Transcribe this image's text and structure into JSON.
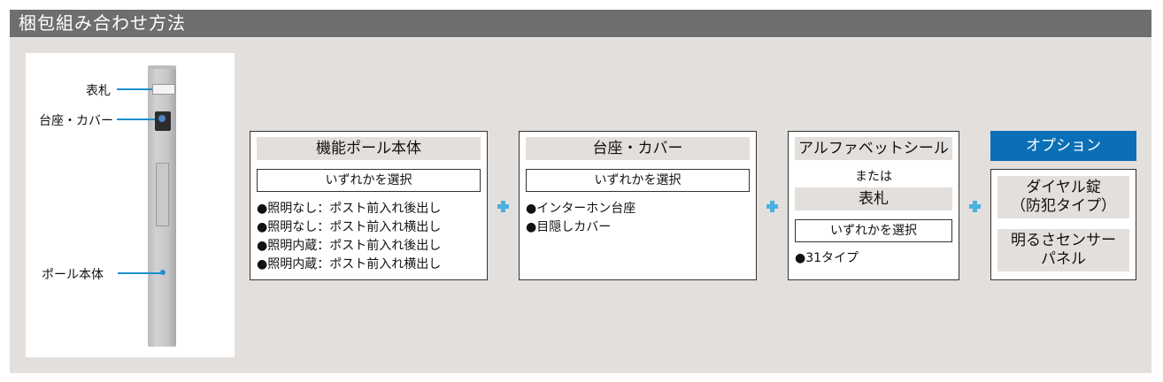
{
  "header": {
    "title": "梱包組み合わせ方法"
  },
  "callouts": {
    "nameplate": "表札",
    "base_cover": "台座・カバー",
    "pole_body": "ポール本体"
  },
  "box1": {
    "title": "機能ポール本体",
    "select": "いずれかを選択",
    "items": [
      "●照明なし：ポスト前入れ後出し",
      "●照明なし：ポスト前入れ横出し",
      "●照明内蔵：ポスト前入れ後出し",
      "●照明内蔵：ポスト前入れ横出し"
    ]
  },
  "box2": {
    "title": "台座・カバー",
    "select": "いずれかを選択",
    "items": [
      "●インターホン台座",
      "●目隠しカバー"
    ]
  },
  "box3": {
    "title": "アルファベットシール",
    "or": "または",
    "title2": "表札",
    "select": "いずれかを選択",
    "items": [
      "●31タイプ"
    ]
  },
  "box4": {
    "header": "オプション",
    "items": [
      {
        "line1": "ダイヤル錠",
        "line2": "（防犯タイプ）"
      },
      {
        "line1": "明るさセンサー",
        "line2": "パネル"
      }
    ]
  },
  "colors": {
    "accent": "#1f8fd0",
    "option_header": "#0a6fb7",
    "header_bg": "#6e6e6e",
    "panel_bg": "#e3dfdc"
  }
}
